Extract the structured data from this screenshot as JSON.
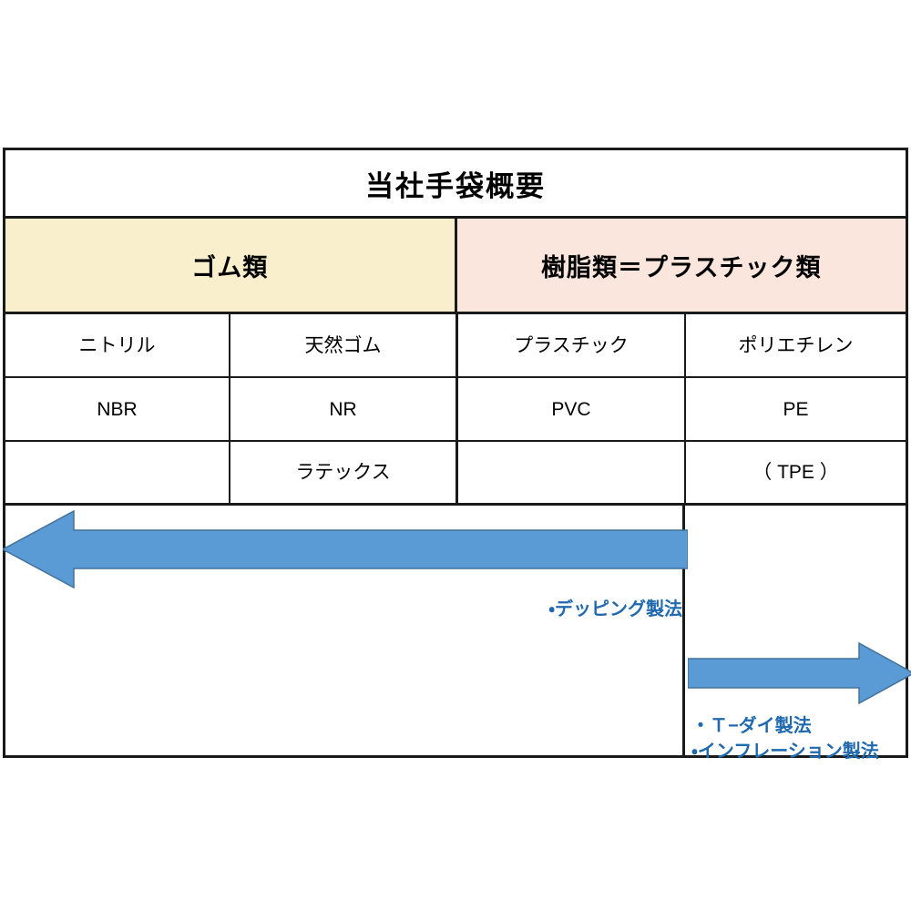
{
  "diagram": {
    "title": "当社手袋概要",
    "categories": [
      {
        "label": "ゴム類",
        "color": "#FAEFCD"
      },
      {
        "label": "樹脂類＝プラスチック類",
        "color": "#FBE6DD"
      }
    ],
    "columns": [
      {
        "material": "ニトリル",
        "abbrev": "NBR",
        "extra": ""
      },
      {
        "material": "天然ゴム",
        "abbrev": "NR",
        "extra": "ラテックス"
      },
      {
        "material": "プラスチック",
        "abbrev": "PVC",
        "extra": ""
      },
      {
        "material": "ポリエチレン",
        "abbrev": "PE",
        "extra": "（ TPE ）"
      }
    ],
    "rows": {
      "material_row": [
        "ニトリル",
        "天然ゴム",
        "プラスチック",
        "ポリエチレン"
      ],
      "abbrev_row": [
        "NBR",
        "NR",
        "PVC",
        "PE"
      ],
      "extra_row": [
        "",
        "ラテックス",
        "",
        "（ TPE ）"
      ]
    },
    "processes": {
      "arrow_color": "#5B9BD5",
      "note_color": "#1F69AE",
      "left_arrow_direction": "left",
      "right_arrow_direction": "right",
      "dipping": "・デッピング製法",
      "t_die": "・Ｔ−ダイ製法",
      "inflation": "・インフレーション製法"
    }
  }
}
